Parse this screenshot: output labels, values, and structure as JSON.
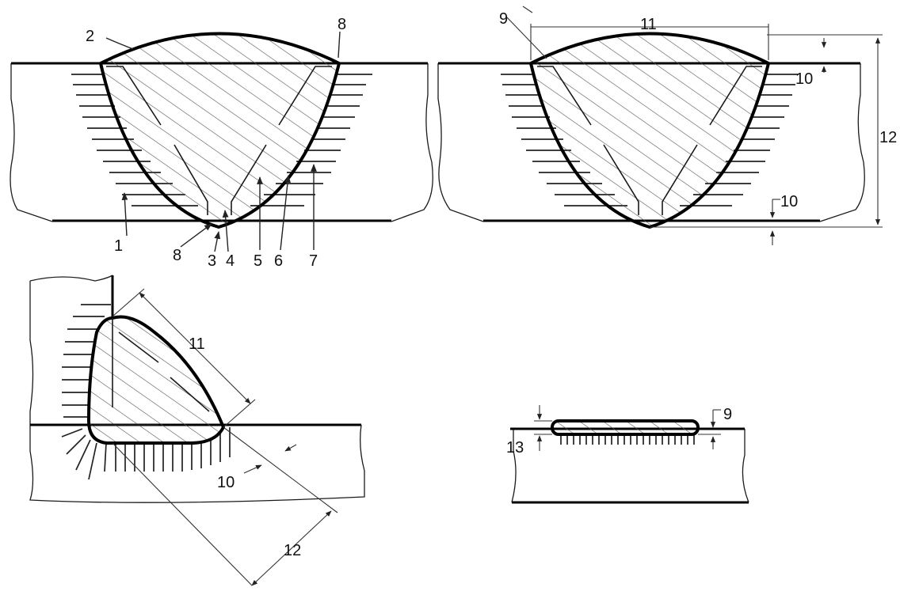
{
  "figures": [
    {
      "id": "butt-weld-zones",
      "labels": [
        "1",
        "2",
        "3",
        "4",
        "5",
        "6",
        "7",
        "8",
        "8"
      ]
    },
    {
      "id": "butt-weld-dimensions",
      "labels": [
        "9",
        "10",
        "10",
        "11",
        "12"
      ]
    },
    {
      "id": "fillet-weld-dimensions",
      "labels": [
        "10",
        "11",
        "12"
      ]
    },
    {
      "id": "surfacing-weld-dimensions",
      "labels": [
        "9",
        "13"
      ]
    }
  ],
  "colors": {
    "line": "#000000",
    "background": "#ffffff"
  }
}
